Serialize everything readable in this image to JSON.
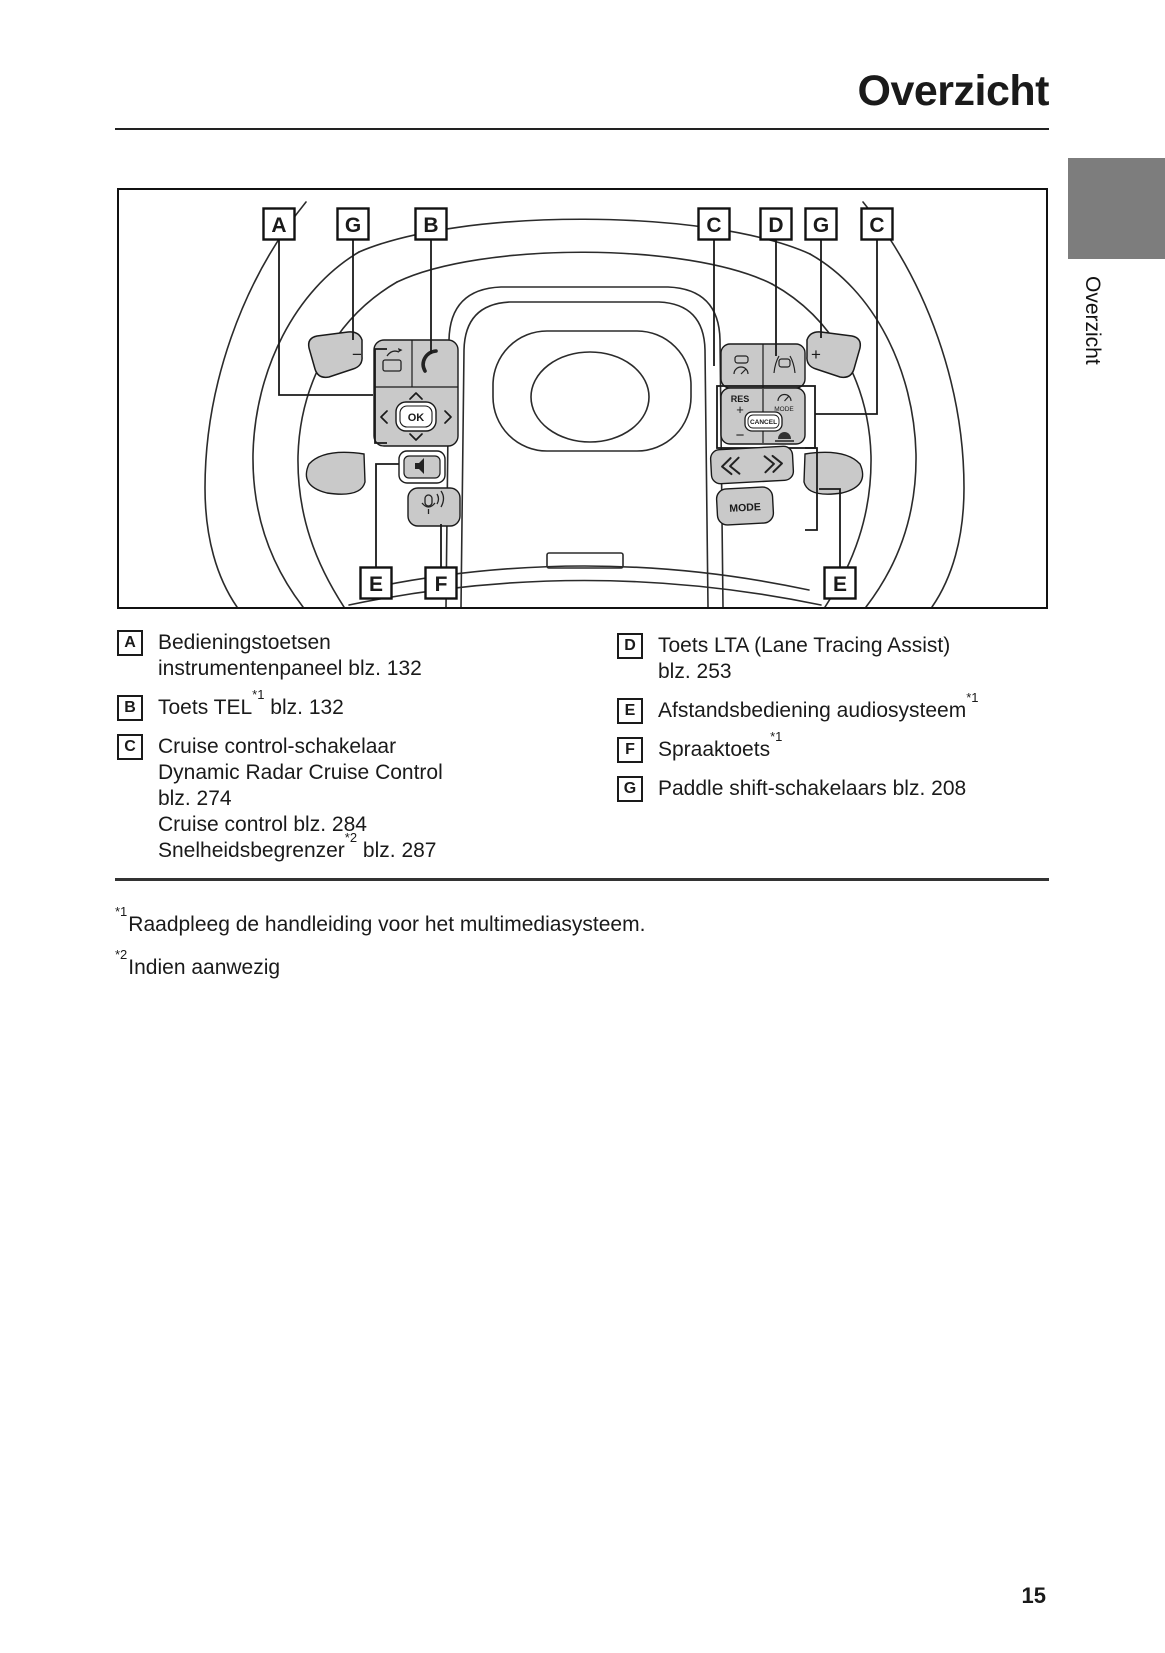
{
  "page": {
    "title": "Overzicht",
    "side_tab_label": "Overzicht",
    "page_number": "15"
  },
  "colors": {
    "tab_gray": "#7d7d7d",
    "button_gray": "#c9c9c9",
    "line": "#1a1a1a"
  },
  "diagram": {
    "callouts": [
      "A",
      "G",
      "B",
      "C",
      "D",
      "G",
      "C",
      "E",
      "F",
      "E"
    ],
    "button_labels": {
      "ok": "OK",
      "res": "RES",
      "plus": "+",
      "minus": "−",
      "mode": "MODE",
      "cancel": "CANCEL",
      "mode_button": "MODE",
      "paddle_plus": "+",
      "paddle_minus": "−"
    }
  },
  "legend": {
    "left": [
      {
        "key": "A",
        "lines": [
          [
            {
              "t": "Bedieningstoetsen"
            }
          ],
          [
            {
              "t": "instrumentenpaneel blz. 132"
            }
          ]
        ]
      },
      {
        "key": "B",
        "lines": [
          [
            {
              "t": "Toets TEL"
            },
            {
              "t": "*1",
              "sup": true
            },
            {
              "t": " blz. 132"
            }
          ]
        ]
      },
      {
        "key": "C",
        "lines": [
          [
            {
              "t": "Cruise control-schakelaar"
            }
          ],
          [
            {
              "t": "Dynamic Radar Cruise Control"
            }
          ],
          [
            {
              "t": "blz. 274"
            }
          ],
          [
            {
              "t": "Cruise control blz. 284"
            }
          ],
          [
            {
              "t": "Snelheidsbegrenzer"
            },
            {
              "t": "*2",
              "sup": true
            },
            {
              "t": " blz. 287"
            }
          ]
        ]
      }
    ],
    "right": [
      {
        "key": "D",
        "lines": [
          [
            {
              "t": "Toets LTA (Lane Tracing Assist)"
            }
          ],
          [
            {
              "t": "blz. 253"
            }
          ]
        ]
      },
      {
        "key": "E",
        "lines": [
          [
            {
              "t": "Afstandsbediening audiosysteem"
            },
            {
              "t": "*1",
              "sup": true
            }
          ]
        ]
      },
      {
        "key": "F",
        "lines": [
          [
            {
              "t": "Spraaktoets"
            },
            {
              "t": "*1",
              "sup": true
            }
          ]
        ]
      },
      {
        "key": "G",
        "lines": [
          [
            {
              "t": "Paddle shift-schakelaars blz. 208"
            }
          ]
        ]
      }
    ]
  },
  "footnotes": [
    {
      "sup": "*1",
      "text": "Raadpleeg de handleiding voor het multimediasysteem."
    },
    {
      "sup": "*2",
      "text": "Indien aanwezig"
    }
  ]
}
